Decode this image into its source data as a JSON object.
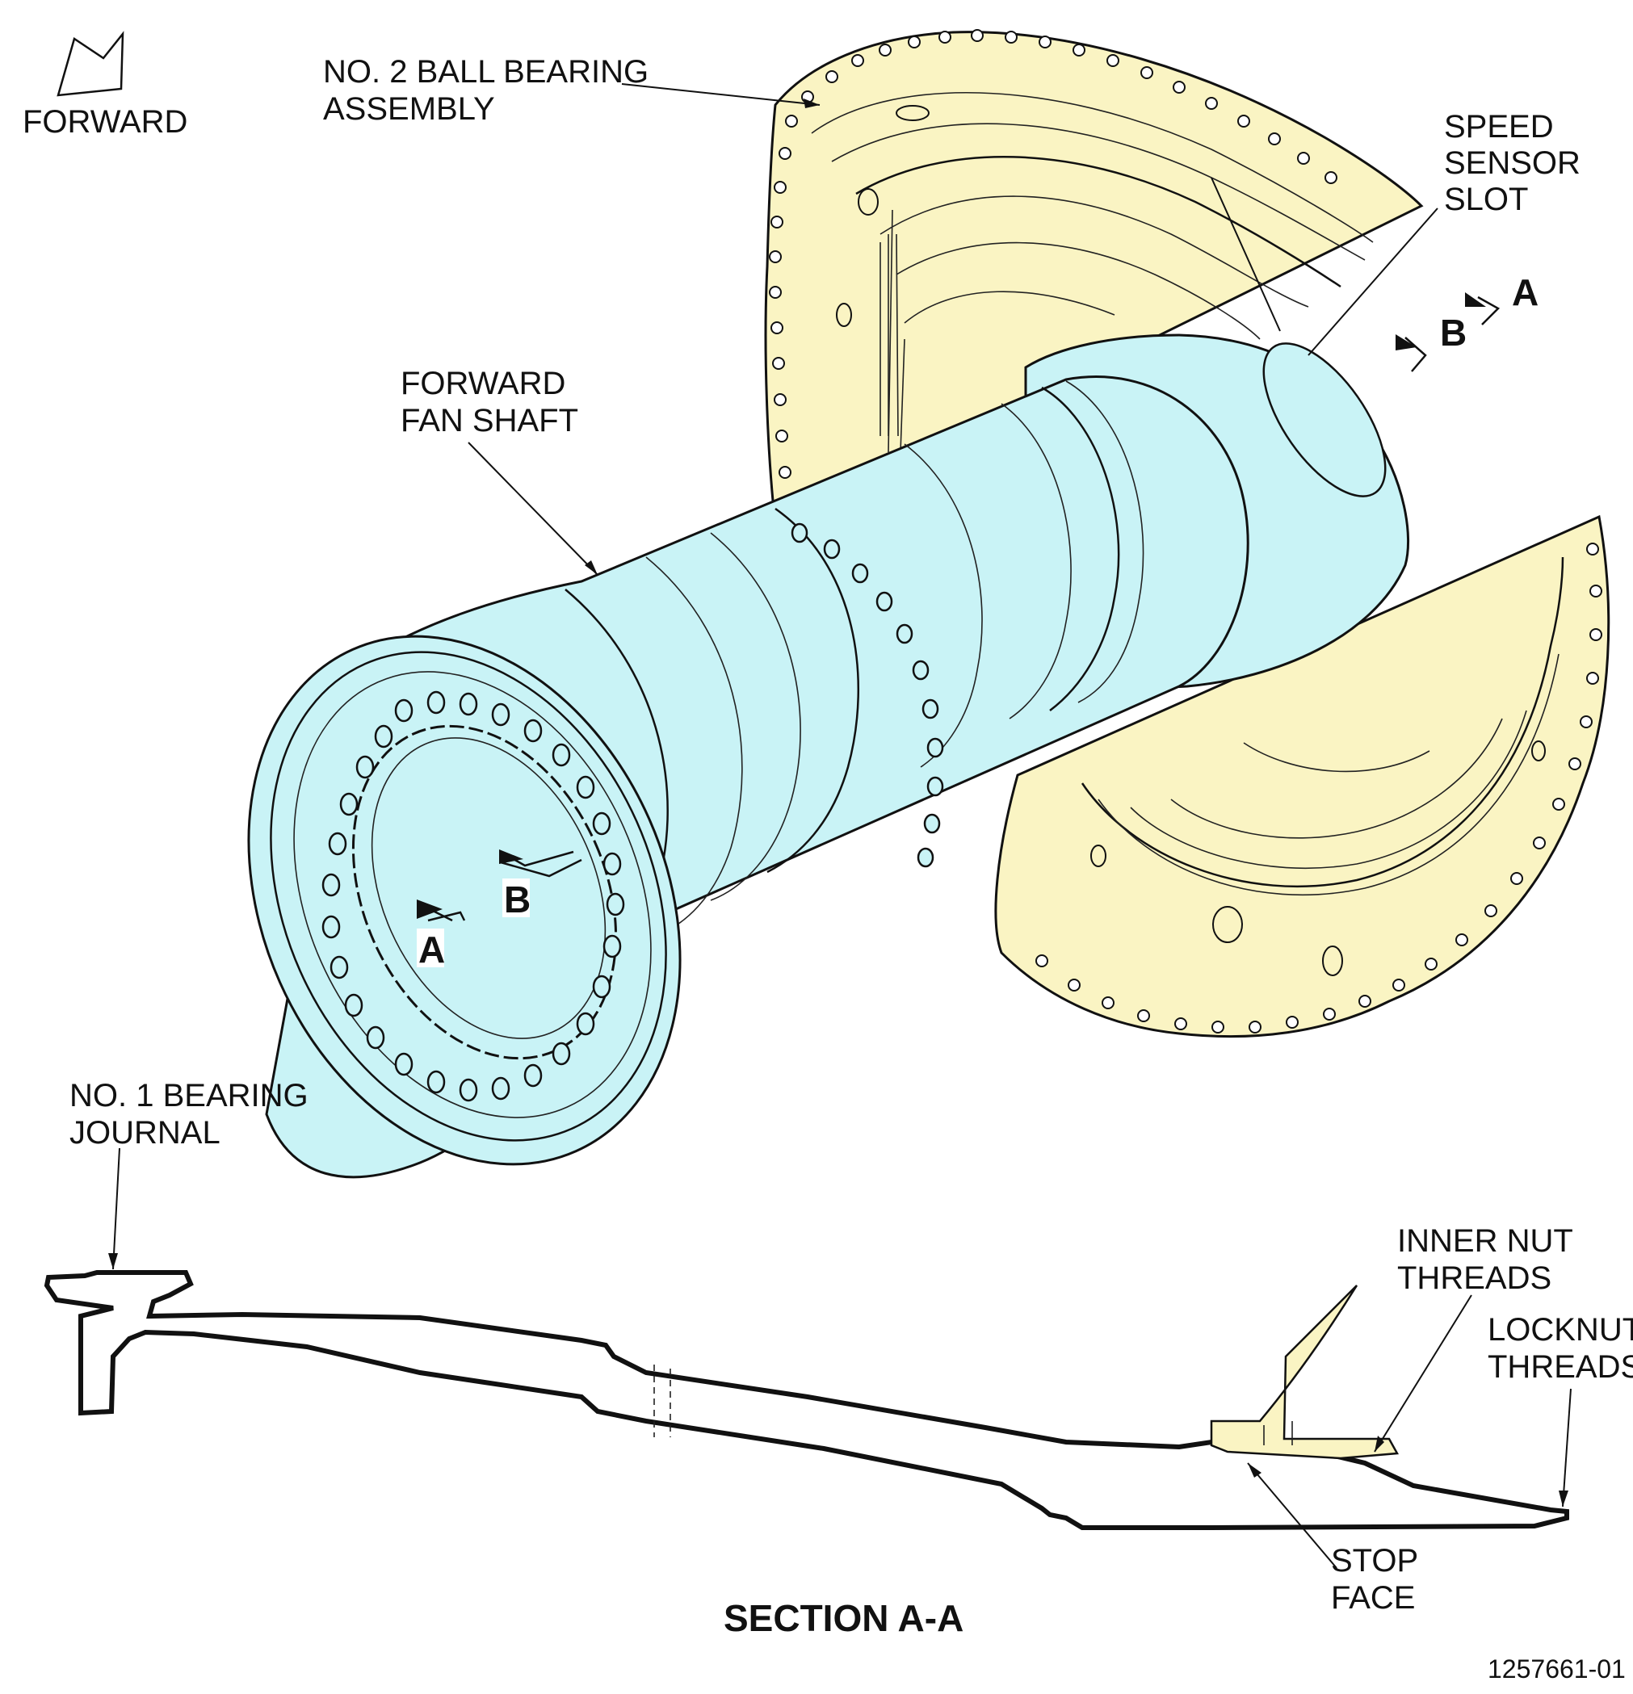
{
  "labels": {
    "forward": "FORWARD",
    "ball_bearing_1": "NO. 2 BALL BEARING",
    "ball_bearing_2": "ASSEMBLY",
    "speed_sensor_1": "SPEED",
    "speed_sensor_2": "SENSOR",
    "speed_sensor_3": "SLOT",
    "fan_shaft_1": "FORWARD",
    "fan_shaft_2": "FAN SHAFT",
    "journal_1": "NO. 1 BEARING",
    "journal_2": "JOURNAL",
    "inner_nut_1": "INNER NUT",
    "inner_nut_2": "THREADS",
    "locknut_1": "LOCKNUT",
    "locknut_2": "THREADS",
    "stop_face_1": "STOP",
    "stop_face_2": "FACE",
    "section_title": "SECTION A-A",
    "figure_number": "1257661-01"
  },
  "section_markers": {
    "a": "A",
    "b": "B"
  },
  "colors": {
    "shaft_fill": "#c9f3f6",
    "housing_fill": "#faf4c3",
    "line": "#111111",
    "background": "#ffffff"
  }
}
